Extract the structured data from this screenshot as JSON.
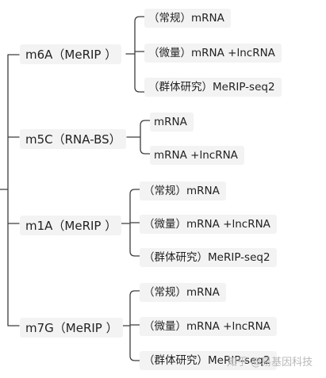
{
  "groups": [
    {
      "label": "m6A（MeRIP ）",
      "children": [
        "（常规）mRNA",
        "（微量）mRNA +lncRNA",
        "（群体研究）MeRIP-seq2"
      ]
    },
    {
      "label": "m5C（RNA-BS）",
      "children": [
        "mRNA",
        "mRNA +lncRNA"
      ]
    },
    {
      "label": "m1A（MeRIP ）",
      "children": [
        "（常规）mRNA",
        "（微量）mRNA +lncRNA",
        "（群体研究）MeRIP-seq2"
      ]
    },
    {
      "label": "m7G（MeRIP ）",
      "children": [
        "（常规）mRNA",
        "（微量）mRNA +lncRNA",
        "（群体研究）MeRIP-seq2"
      ]
    }
  ],
  "watermark": "知乎 @易基因科技",
  "line_color": "#3c3c3c"
}
